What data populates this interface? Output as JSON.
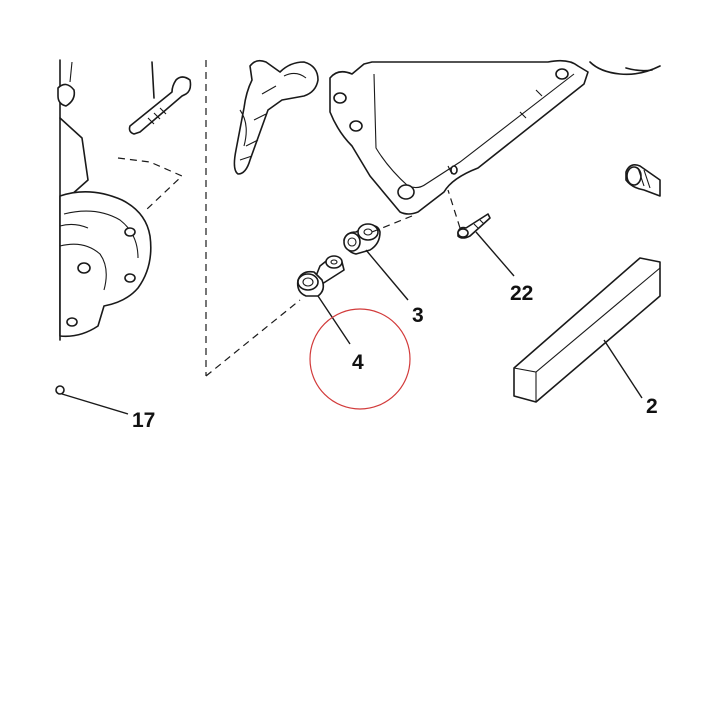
{
  "callouts": {
    "part_17": "17",
    "part_2": "2",
    "part_3": "3",
    "part_4": "4",
    "part_22": "22"
  },
  "highlight": {
    "target": "4",
    "color": "#d23b3b"
  },
  "colors": {
    "line": "#1a1a1a",
    "background": "#ffffff"
  }
}
